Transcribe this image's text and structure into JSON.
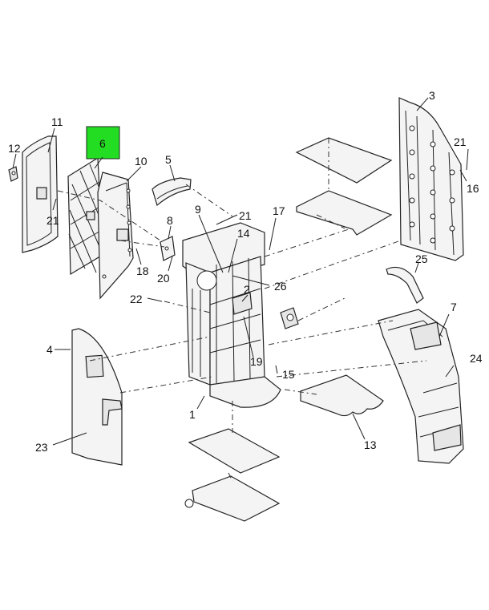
{
  "highlight_color": "#22dd22",
  "callouts": {
    "c1": "1",
    "c2": "2",
    "c3": "3",
    "c4": "4",
    "c5": "5",
    "c6": "6",
    "c7": "7",
    "c8": "8",
    "c9": "9",
    "c10": "10",
    "c11": "11",
    "c12": "12",
    "c13": "13",
    "c14": "14",
    "c15": "15",
    "c16": "16",
    "c17": "17",
    "c18": "18",
    "c19": "19",
    "c20": "20",
    "c21a": "21",
    "c21b": "21",
    "c21c": "21",
    "c22": "22",
    "c23": "23",
    "c24": "24",
    "c25": "25",
    "c26": "26"
  }
}
